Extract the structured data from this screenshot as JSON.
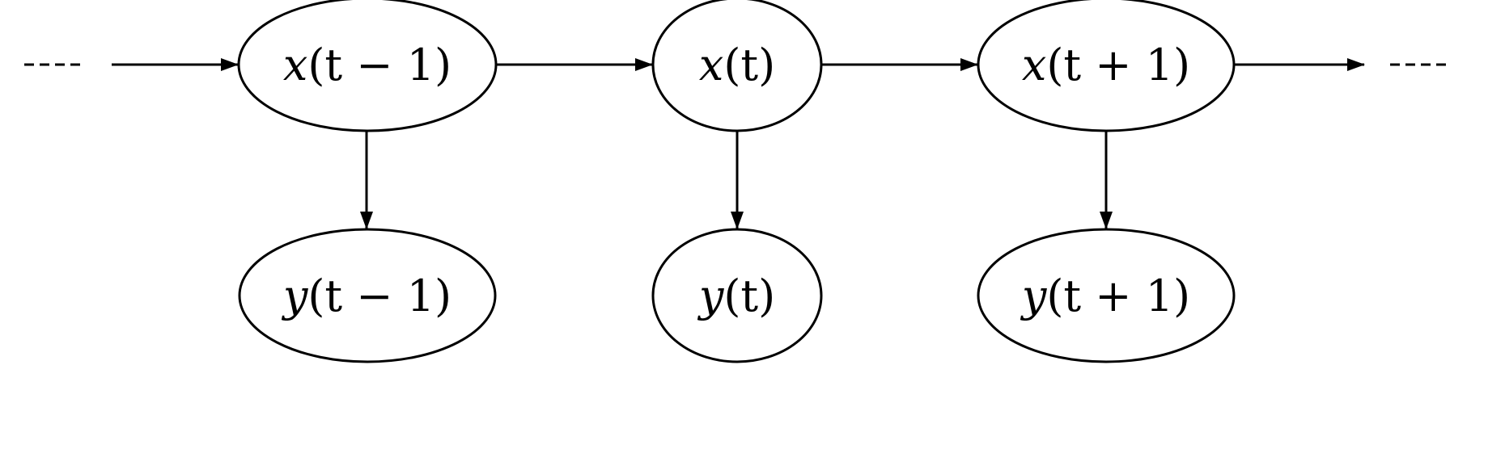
{
  "diagram": {
    "nodes": {
      "x_prev": {
        "var": "x",
        "arg": "(t − 1)"
      },
      "x_curr": {
        "var": "x",
        "arg": "(t)"
      },
      "x_next": {
        "var": "x",
        "arg": "(t + 1)"
      },
      "y_prev": {
        "var": "y",
        "arg": "(t − 1)"
      },
      "y_curr": {
        "var": "y",
        "arg": "(t)"
      },
      "y_next": {
        "var": "y",
        "arg": "(t + 1)"
      }
    },
    "edges": [
      {
        "from": "left-continuation",
        "to": "x_prev"
      },
      {
        "from": "x_prev",
        "to": "x_curr"
      },
      {
        "from": "x_curr",
        "to": "x_next"
      },
      {
        "from": "x_next",
        "to": "right-continuation"
      },
      {
        "from": "x_prev",
        "to": "y_prev"
      },
      {
        "from": "x_curr",
        "to": "y_curr"
      },
      {
        "from": "x_next",
        "to": "y_next"
      }
    ]
  }
}
